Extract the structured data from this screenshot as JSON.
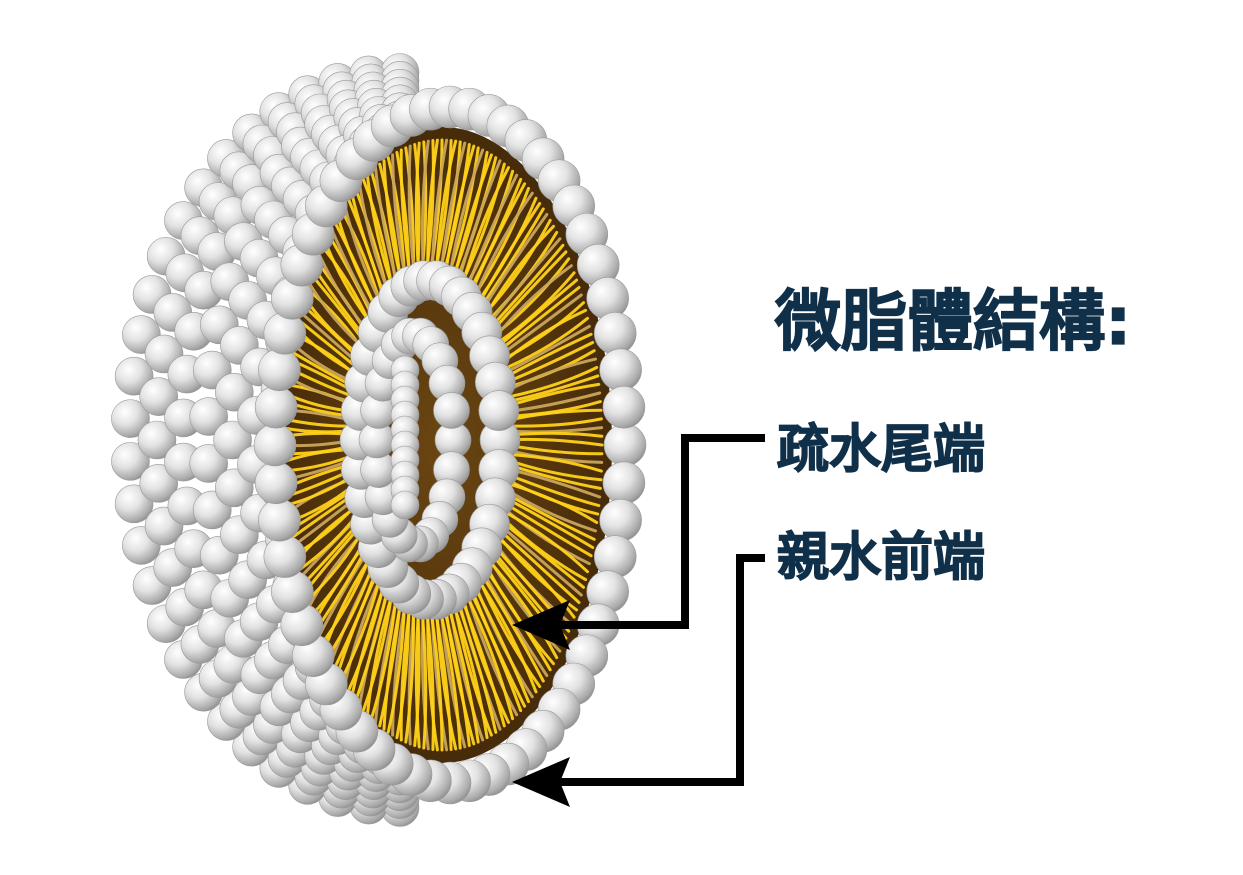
{
  "diagram": {
    "title": "微脂體結構:",
    "labels": {
      "hydrophobic_tail": "疏水尾端",
      "hydrophilic_head": "親水前端"
    },
    "colors": {
      "background": "#ffffff",
      "label_text": "#10304a",
      "sphere_light": "#ffffff",
      "sphere_mid": "#d9d9d9",
      "sphere_dark": "#8e8e8e",
      "tail_yellow": "#ffd21a",
      "tail_brown": "#5b3a10",
      "tail_tan": "#b8955a",
      "arrow": "#000000"
    }
  }
}
